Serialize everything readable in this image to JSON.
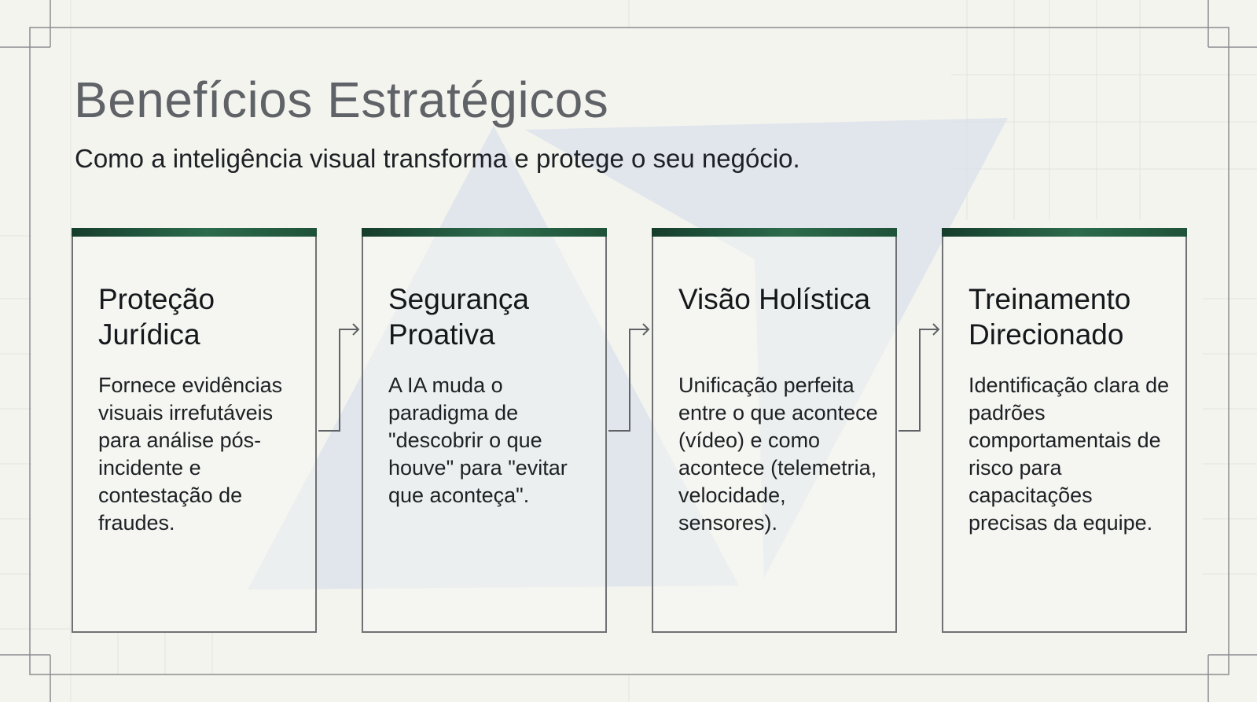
{
  "slide": {
    "title": "Benefícios Estratégicos",
    "subtitle": "Como a inteligência visual transforma e protege o seu negócio."
  },
  "cards": [
    {
      "title": "Proteção Jurídica",
      "body": "Fornece evidências visuais irrefutáveis para análise pós-incidente e contestação de fraudes."
    },
    {
      "title": "Segurança Proativa",
      "body": "A IA muda o paradigma de \"descobrir o que houve\" para \"evitar que aconteça\"."
    },
    {
      "title": "Visão Holística",
      "body": "Unificação perfeita entre o que acontece (vídeo) e como acontece (telemetria, velocidade, sensores)."
    },
    {
      "title": "Treinamento Direcionado",
      "body": "Identificação clara de padrões comportamentais de risco para capacitações precisas da equipe."
    }
  ],
  "colors": {
    "background": "#f4f4ef",
    "title": "#5f6266",
    "text": "#1d2024",
    "accent_bar": "#1f5239",
    "card_border": "#6f7174",
    "watermark": "#d9e1ea"
  },
  "icons": {
    "connector": "right-angle-arrow-icon",
    "background_mark": "chevron-watermark"
  }
}
